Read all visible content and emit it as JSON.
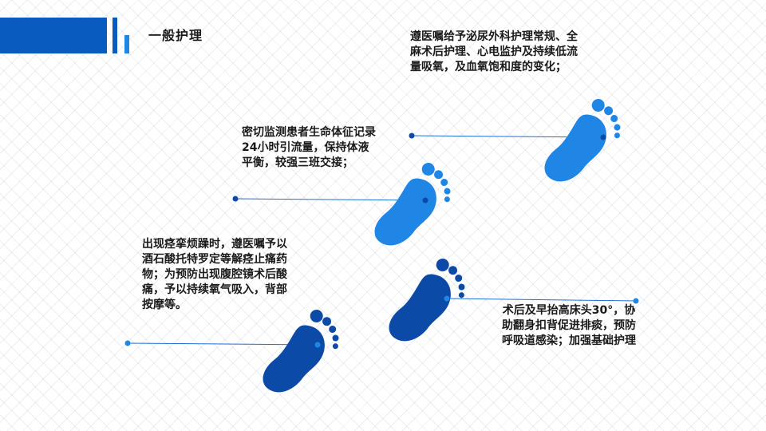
{
  "header": {
    "title": "一般护理"
  },
  "notes": [
    {
      "text": "遵医嘱给予泌尿外科护理常规、全麻术后护理、心电监护及持续低流量吸氧，及血氧饱和度的变化；"
    },
    {
      "text": "密切监测患者生命体征记录24小时引流量，保持体液平衡，较强三班交接；"
    },
    {
      "text": "出现痉挛烦躁时，遵医嘱予以酒石酸托特罗定等解痉止痛药物；为预防出现腹腔镜术后酸痛，予以持续氧气吸入，背部按摩等。"
    },
    {
      "text": "术后及早抬高床头30°，协助翻身扣背促进排痰，预防呼吸道感染；加强基础护理"
    }
  ],
  "colors": {
    "primary": "#0a5bc0",
    "light": "#1f86e6",
    "dark": "#0c4aa8",
    "line": "#1f6fd6"
  }
}
